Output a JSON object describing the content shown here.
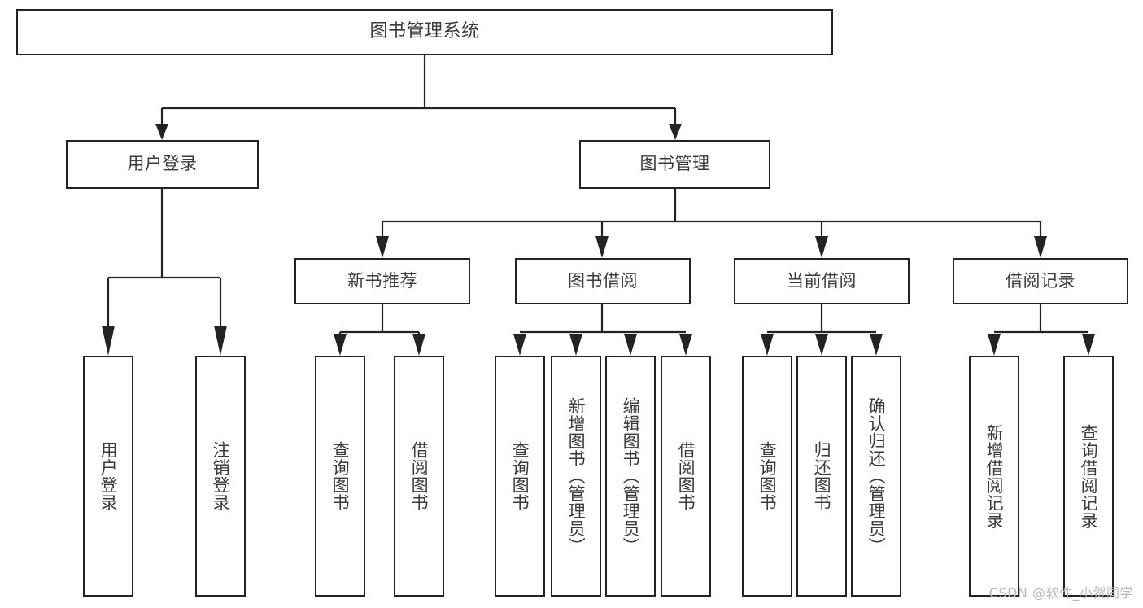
{
  "diagram": {
    "title": "图书管理系统",
    "type": "tree-hierarchy",
    "root": {
      "label": "图书管理系统"
    },
    "level2": [
      {
        "label": "用户登录"
      },
      {
        "label": "图书管理"
      }
    ],
    "level3": [
      {
        "label": "新书推荐"
      },
      {
        "label": "图书借阅"
      },
      {
        "label": "当前借阅"
      },
      {
        "label": "借阅记录"
      }
    ],
    "leaves": {
      "user_login": [
        {
          "label": "用户登录"
        },
        {
          "label": "注销登录"
        }
      ],
      "new_book_recommend": [
        {
          "label": "查询图书"
        },
        {
          "label": "借阅图书"
        }
      ],
      "book_borrow": [
        {
          "label": "查询图书"
        },
        {
          "label": "新增图书（管理员）"
        },
        {
          "label": "编辑图书（管理员）"
        },
        {
          "label": "借阅图书"
        }
      ],
      "current_borrow": [
        {
          "label": "查询图书"
        },
        {
          "label": "归还图书"
        },
        {
          "label": "确认归还（管理员）"
        }
      ],
      "borrow_record": [
        {
          "label": "新增借阅记录"
        },
        {
          "label": "查询借阅记录"
        }
      ]
    }
  },
  "watermark": {
    "text": "CSDN @软件_小贺同学"
  },
  "colors": {
    "border": "#232323",
    "text": "#3b3b3b",
    "background": "#ffffff",
    "watermark": "#b9b9b9"
  }
}
